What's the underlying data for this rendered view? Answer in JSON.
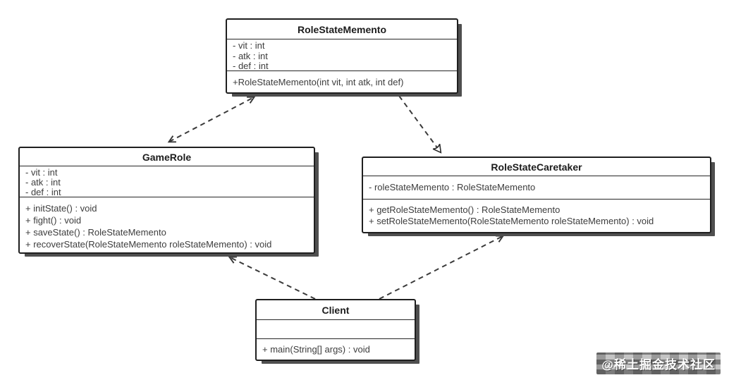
{
  "diagram": {
    "kind": "uml-class-diagram"
  },
  "classes": {
    "memento": {
      "title": "RoleStateMemento",
      "attributes": [
        "- vit : int",
        "- atk : int",
        "- def : int"
      ],
      "methods": [
        "+RoleStateMemento(int vit, int atk, int def)"
      ]
    },
    "gamerole": {
      "title": "GameRole",
      "attributes": [
        "- vit : int",
        "- atk : int",
        "- def : int"
      ],
      "methods": [
        "+ initState() : void",
        "+ fight() : void",
        "+ saveState() : RoleStateMemento",
        "+ recoverState(RoleStateMemento roleStateMemento) : void"
      ]
    },
    "caretaker": {
      "title": "RoleStateCaretaker",
      "attributes": [
        "- roleStateMemento : RoleStateMemento"
      ],
      "methods": [
        "+ getRoleStateMemento() : RoleStateMemento",
        "+ setRoleStateMemento(RoleStateMemento roleStateMemento) : void"
      ]
    },
    "client": {
      "title": "Client",
      "attributes": [],
      "methods": [
        "+ main(String[] args) : void"
      ]
    }
  },
  "relations": [
    {
      "from": "GameRole",
      "to": "RoleStateMemento",
      "line": "dashed",
      "arrow": "open",
      "direction": "both"
    },
    {
      "from": "RoleStateMemento",
      "to": "RoleStateCaretaker",
      "line": "dashed",
      "arrow": "white-filled",
      "direction": "to"
    },
    {
      "from": "Client",
      "to": "GameRole",
      "line": "dashed",
      "arrow": "open",
      "direction": "to"
    },
    {
      "from": "Client",
      "to": "RoleStateCaretaker",
      "line": "dashed",
      "arrow": "open",
      "direction": "to"
    }
  ],
  "watermark": {
    "text": "@稀土掘金技术社区"
  },
  "colors": {
    "background": "#ffffff",
    "box_fill": "#ffffff",
    "box_border": "#1f1f1f",
    "box_shadow": "#4f4f4f",
    "connector_line": "#3b3b3b",
    "member_text": "#3d3d3d",
    "title_text": "#1c1c1c",
    "watermark_text": "#ffffff"
  }
}
